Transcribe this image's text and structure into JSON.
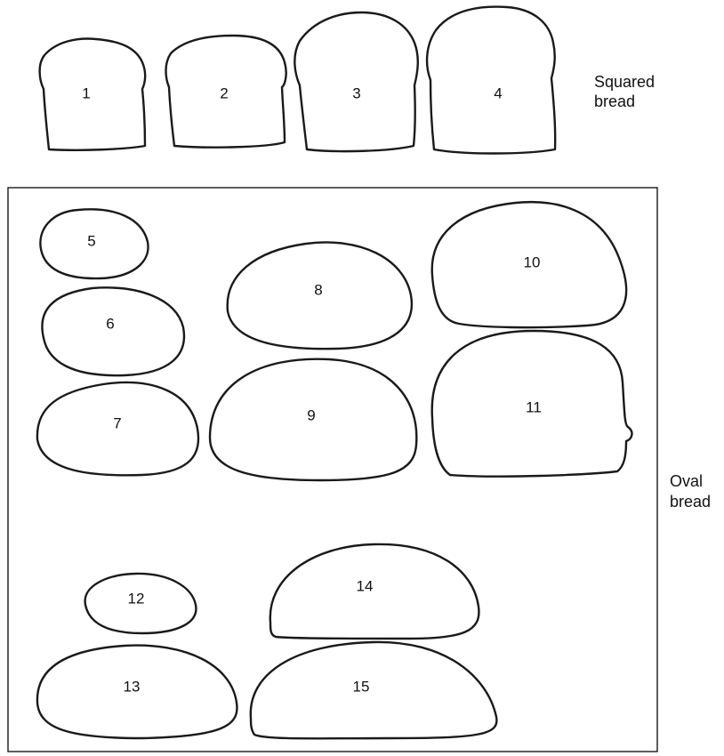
{
  "groups": {
    "squared": {
      "label_line1": "Squared",
      "label_line2": "bread"
    },
    "oval": {
      "label_line1": "Oval",
      "label_line2": "bread"
    }
  },
  "slices": [
    {
      "number": "1",
      "group": "squared"
    },
    {
      "number": "2",
      "group": "squared"
    },
    {
      "number": "3",
      "group": "squared"
    },
    {
      "number": "4",
      "group": "squared"
    },
    {
      "number": "5",
      "group": "oval"
    },
    {
      "number": "6",
      "group": "oval"
    },
    {
      "number": "7",
      "group": "oval"
    },
    {
      "number": "8",
      "group": "oval"
    },
    {
      "number": "9",
      "group": "oval"
    },
    {
      "number": "10",
      "group": "oval"
    },
    {
      "number": "11",
      "group": "oval"
    },
    {
      "number": "12",
      "group": "oval"
    },
    {
      "number": "13",
      "group": "oval"
    },
    {
      "number": "14",
      "group": "oval"
    },
    {
      "number": "15",
      "group": "oval"
    }
  ]
}
